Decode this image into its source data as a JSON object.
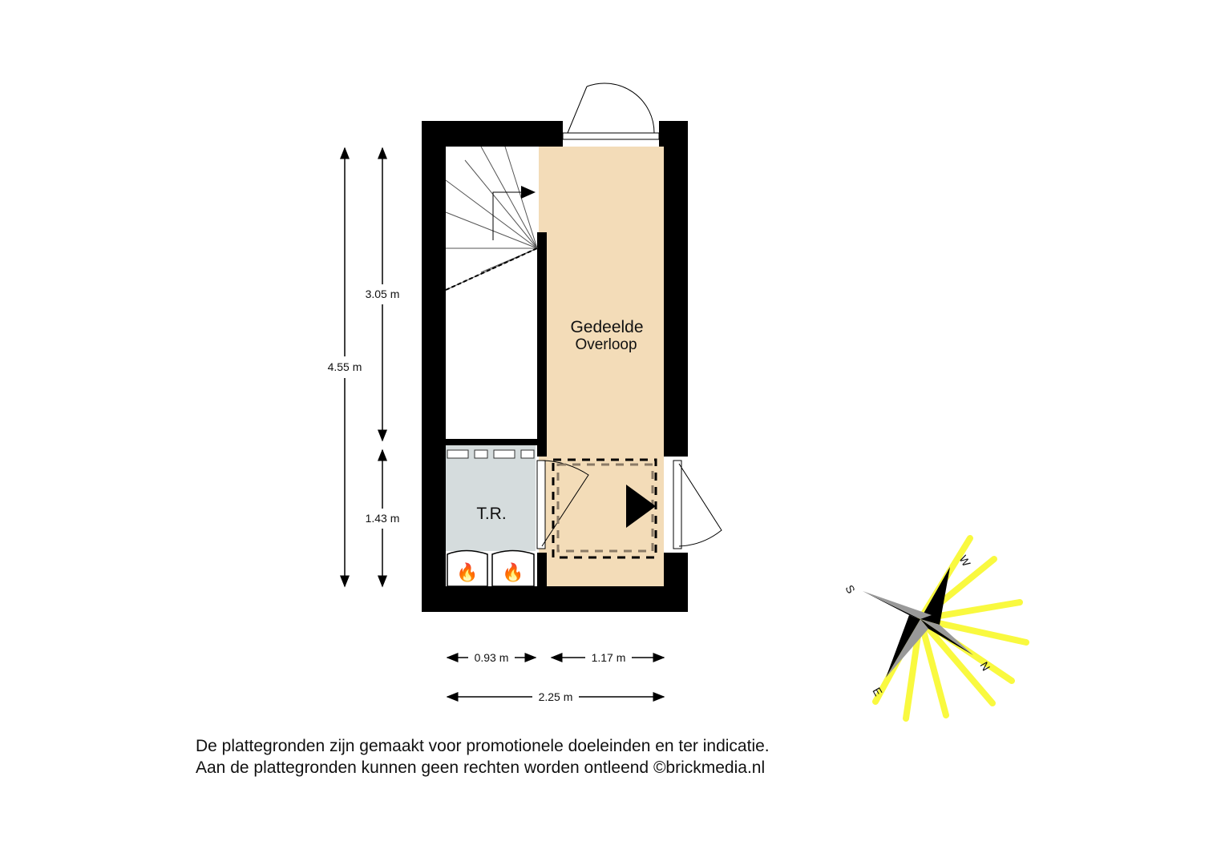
{
  "rooms": {
    "landing_line1": "Gedeelde",
    "landing_line2": "Overloop",
    "technical_room": "T.R."
  },
  "dimensions": {
    "total_height": "4.55 m",
    "upper_height": "3.05 m",
    "lower_height": "1.43 m",
    "left_width": "0.93 m",
    "right_width": "1.17 m",
    "total_width": "2.25 m"
  },
  "compass": {
    "n": "N",
    "e": "E",
    "s": "S",
    "w": "W"
  },
  "disclaimer": {
    "line1": "De plattegronden zijn gemaakt voor promotionele doeleinden en ter indicatie.",
    "line2": "Aan de plattegronden kunnen geen rechten worden ontleend ©brickmedia.nl"
  },
  "colors": {
    "landing": "#f3dcb8",
    "technical_room": "#d5dcdd",
    "wall": "#000000",
    "sun": "#f7f700"
  }
}
